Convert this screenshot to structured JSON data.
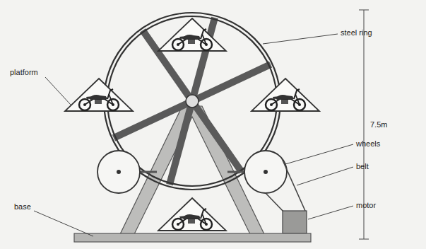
{
  "diagram": {
    "labels": [
      "steel ring",
      "platform",
      "7.5m",
      "wheels",
      "belt",
      "motor",
      "base"
    ]
  }
}
